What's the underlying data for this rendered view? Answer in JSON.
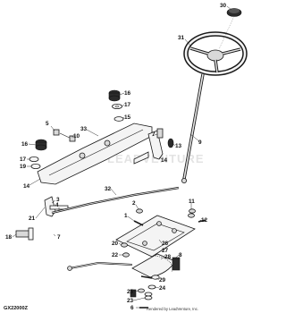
{
  "diagram_code": "GX22000Z",
  "credit": "Rendered by LeadVenture, Inc.",
  "watermark": "LEADVENTURE",
  "callouts": {
    "c30": "30",
    "c31": "31",
    "c9": "9",
    "c16a": "16",
    "c17a": "17",
    "c15": "15",
    "c5": "5",
    "c10": "10",
    "c33": "33",
    "c16b": "16",
    "c17b": "17",
    "c19": "19",
    "c14a": "14",
    "c7a": "7",
    "c13": "13",
    "c14b": "14",
    "c32": "32",
    "c3": "3",
    "c21": "21",
    "c18": "18",
    "c2": "2",
    "c1": "1",
    "c11": "11",
    "c12": "12",
    "c20": "20",
    "c22": "22",
    "c26": "26",
    "c27": "27",
    "c28": "28",
    "c8": "8",
    "c29": "29",
    "c24": "24",
    "c25": "25",
    "c23": "23",
    "c6": "6",
    "c4": "4",
    "c7b": "7"
  }
}
